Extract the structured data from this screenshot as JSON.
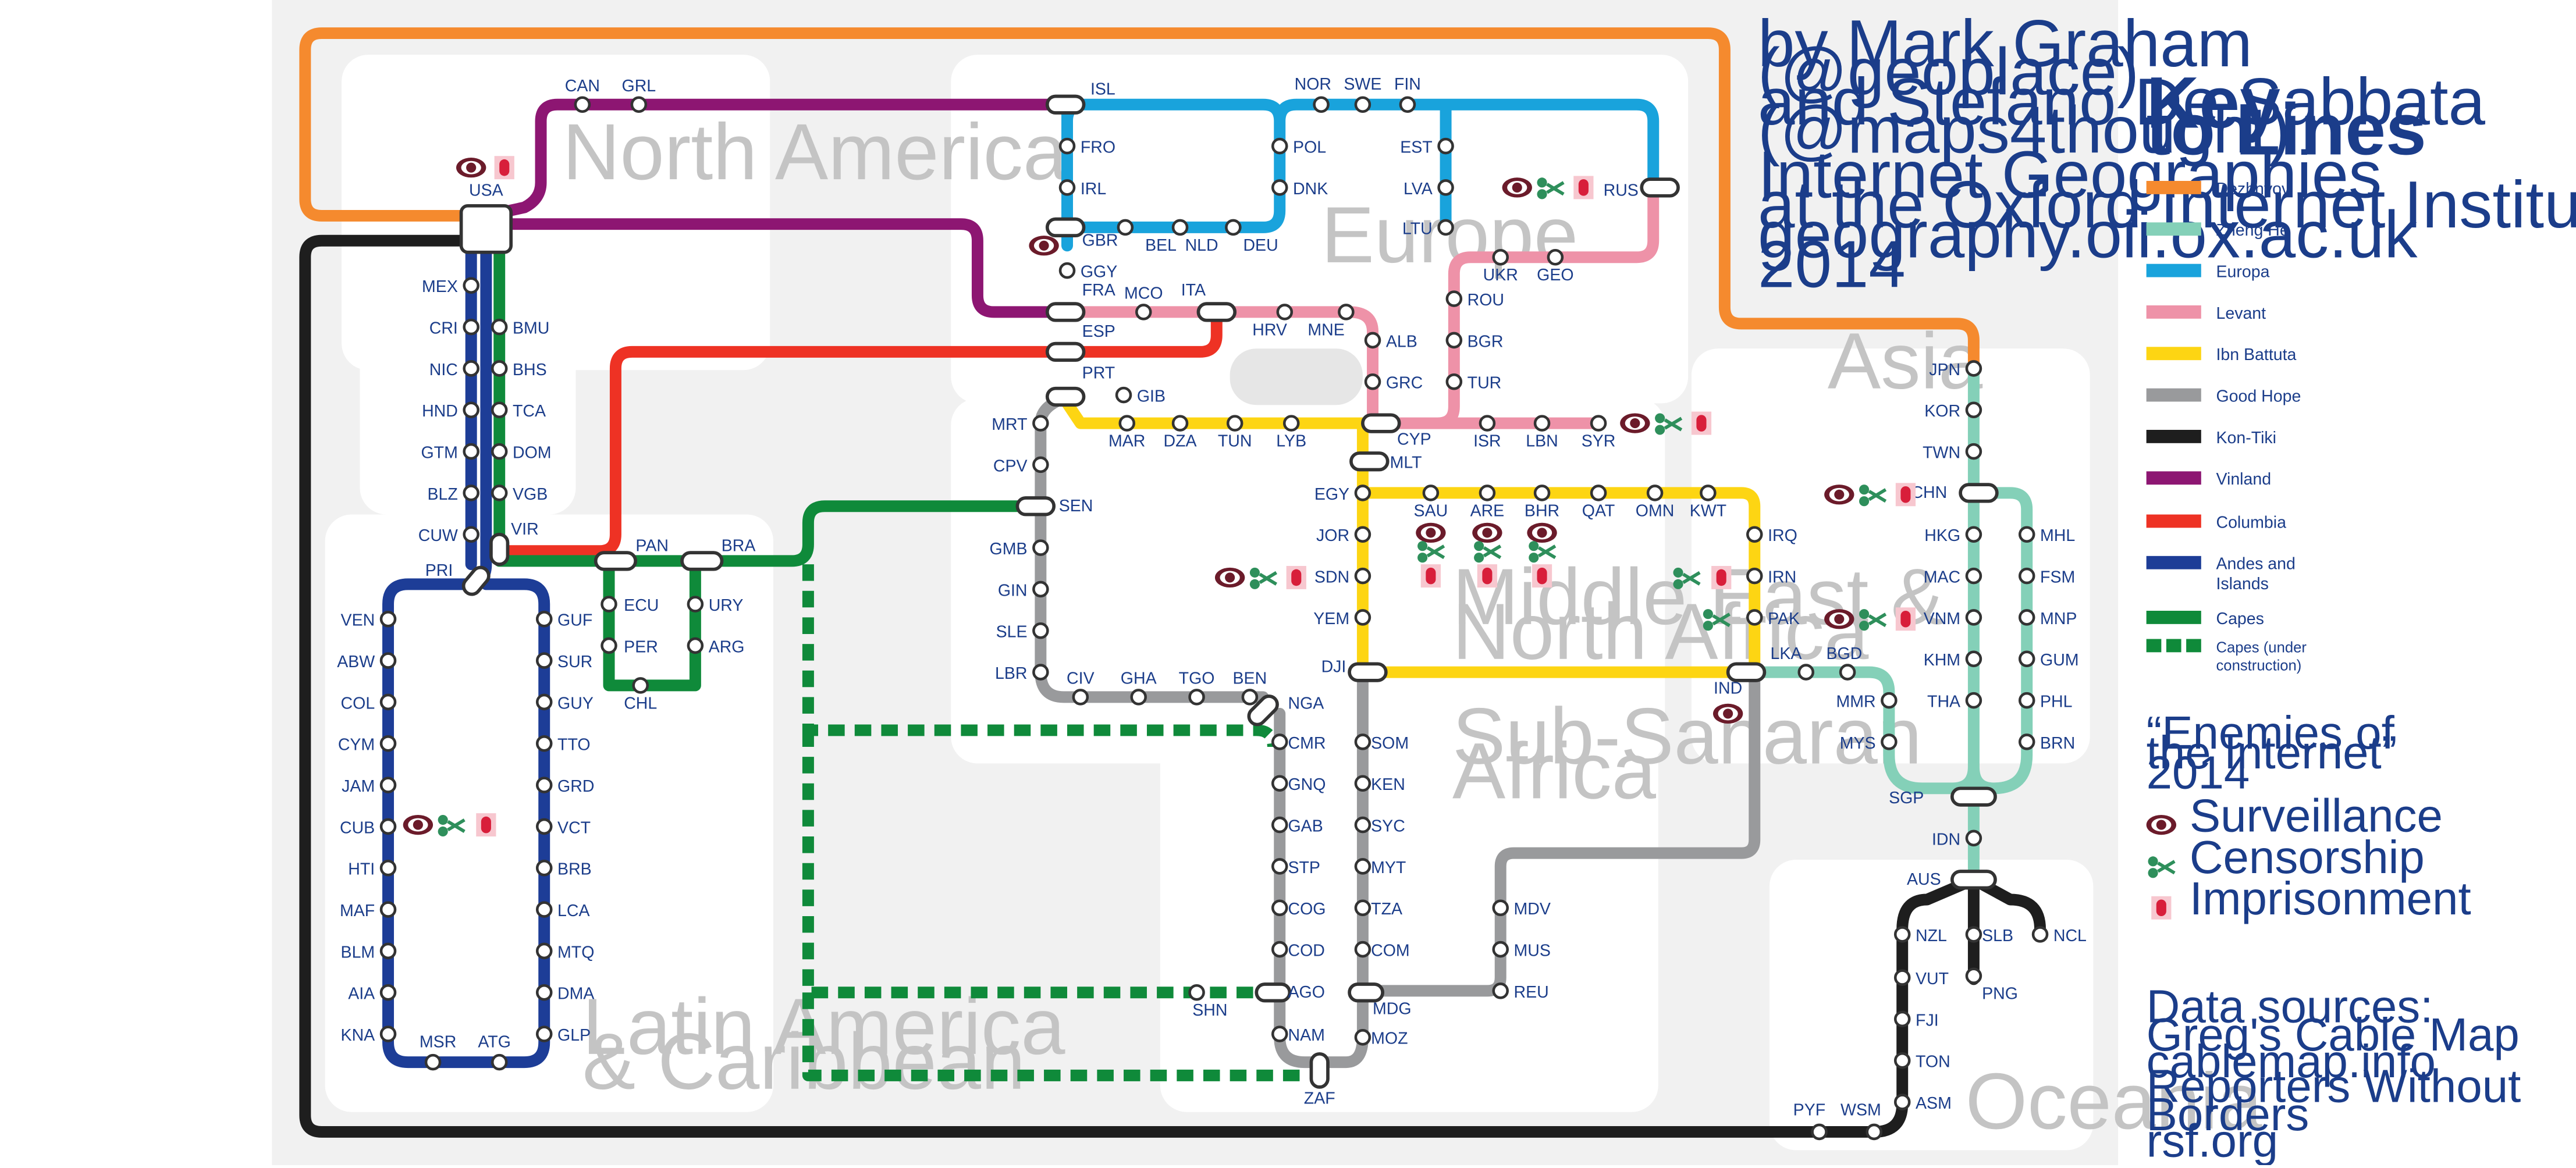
{
  "credits": [
    "by Mark Graham",
    "(@geoplace)",
    "and Stefano De Sabbata",
    "(@maps4thought)",
    "Internet Geographies",
    "at the Oxford Internet Institute",
    "geography.oii.ox.ac.uk",
    "2014"
  ],
  "regions": [
    "North America",
    "Europe",
    "Asia",
    "Middle East &",
    "North Africa",
    "Sub-Saharan",
    "Africa",
    "Latin America",
    "& Caribbean",
    "Oceania"
  ],
  "key": {
    "title_line1": "Key",
    "title_line2": "to Lines",
    "lines": [
      {
        "name": "Dezhnyov",
        "color": "#f58a2e",
        "style": "solid"
      },
      {
        "name": "Zheng He",
        "color": "#84d0b8",
        "style": "solid"
      },
      {
        "name": "Europa",
        "color": "#19a3dc",
        "style": "solid"
      },
      {
        "name": "Levant",
        "color": "#ee92a8",
        "style": "solid"
      },
      {
        "name": "Ibn Battuta",
        "color": "#fdd513",
        "style": "solid"
      },
      {
        "name": "Good Hope",
        "color": "#999a9c",
        "style": "solid"
      },
      {
        "name": "Kon-Tiki",
        "color": "#1e1e1e",
        "style": "solid"
      },
      {
        "name": "Vinland",
        "color": "#8d1672",
        "style": "solid"
      },
      {
        "name": "Columbia",
        "color": "#ee3224",
        "style": "solid"
      },
      {
        "name": "Andes and",
        "name2": "Islands",
        "color": "#1d3d97",
        "style": "solid"
      },
      {
        "name": "Capes",
        "color": "#0f8a3a",
        "style": "solid"
      },
      {
        "name": "Capes (under",
        "name2": "construction)",
        "color": "#0f8a3a",
        "style": "dashed"
      }
    ],
    "enemies_title": [
      "“Enemies of",
      "the Internet”",
      "2014"
    ],
    "symbols": [
      "Surveillance",
      "Censorship",
      "Imprisonment"
    ],
    "sources": [
      "Data sources:",
      "Greg's Cable Map",
      "cablemap.info",
      "Reporters Without",
      "Borders",
      "rsf.org"
    ]
  },
  "stations": [
    "CAN",
    "GRL",
    "USA",
    "MEX",
    "CRI",
    "NIC",
    "HND",
    "GTM",
    "BLZ",
    "CUW",
    "PRI",
    "BMU",
    "BHS",
    "TCA",
    "DOM",
    "VGB",
    "VIR",
    "VEN",
    "ABW",
    "COL",
    "CYM",
    "JAM",
    "CUB",
    "HTI",
    "MAF",
    "BLM",
    "AIA",
    "KNA",
    "MSR",
    "ATG",
    "GUF",
    "SUR",
    "GUY",
    "TTO",
    "GRD",
    "VCT",
    "BRB",
    "LCA",
    "MTQ",
    "DMA",
    "GLP",
    "PAN",
    "BRA",
    "ECU",
    "PER",
    "CHL",
    "URY",
    "ARG",
    "ISL",
    "FRO",
    "IRL",
    "GBR",
    "GGY",
    "FRA",
    "ESP",
    "PRT",
    "GIB",
    "BEL",
    "NLD",
    "DEU",
    "MCO",
    "ITA",
    "NOR",
    "SWE",
    "FIN",
    "POL",
    "DNK",
    "EST",
    "LVA",
    "LTU",
    "RUS",
    "UKR",
    "GEO",
    "ROU",
    "BGR",
    "TUR",
    "HRV",
    "MNE",
    "ALB",
    "GRC",
    "CYP",
    "MLT",
    "MAR",
    "DZA",
    "TUN",
    "LYB",
    "ISR",
    "LBN",
    "SYR",
    "EGY",
    "JOR",
    "SDN",
    "YEM",
    "DJI",
    "SAU",
    "ARE",
    "BHR",
    "QAT",
    "OMN",
    "KWT",
    "IRQ",
    "IRN",
    "PAK",
    "IND",
    "LKA",
    "BGD",
    "MMR",
    "MYS",
    "SGP",
    "IDN",
    "JPN",
    "KOR",
    "TWN",
    "CHN",
    "HKG",
    "MAC",
    "VNM",
    "KHM",
    "THA",
    "MHL",
    "FSM",
    "MNP",
    "GUM",
    "PHL",
    "BRN",
    "MRT",
    "CPV",
    "SEN",
    "GMB",
    "GIN",
    "SLE",
    "LBR",
    "CIV",
    "GHA",
    "TGO",
    "BEN",
    "NGA",
    "CMR",
    "GNQ",
    "GAB",
    "STP",
    "COG",
    "COD",
    "AGO",
    "SHN",
    "NAM",
    "ZAF",
    "SOM",
    "KEN",
    "SYC",
    "MYT",
    "TZA",
    "COM",
    "MDG",
    "MOZ",
    "MDV",
    "MUS",
    "REU",
    "AUS",
    "NZL",
    "VUT",
    "FJI",
    "TON",
    "ASM",
    "SLB",
    "PNG",
    "NCL",
    "WSM",
    "PYF"
  ]
}
